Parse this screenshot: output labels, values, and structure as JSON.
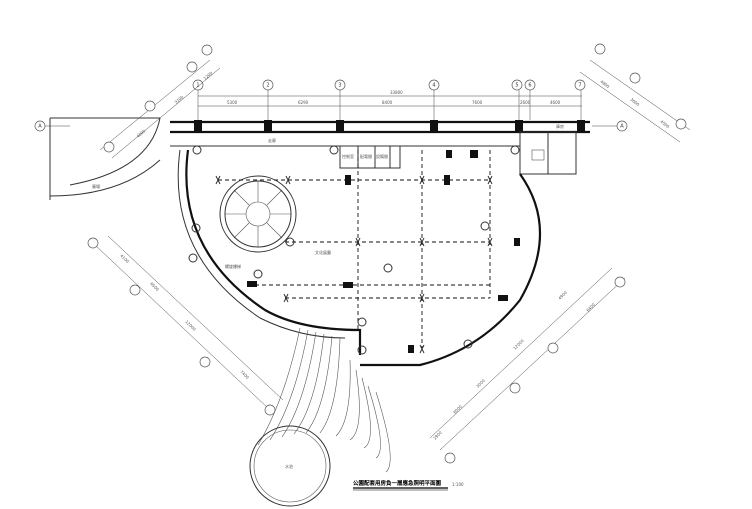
{
  "drawing": {
    "title": "公園配套用房負一層應急照明平面圖",
    "scale": "1:100"
  },
  "dimensions": {
    "overall": "33800",
    "spans": [
      "5300",
      "6290",
      "8400",
      "7600",
      "2600",
      "4600"
    ],
    "left_arm": [
      "1200",
      "3100",
      "4000"
    ],
    "right_arm": [
      "4800",
      "3000",
      "4500"
    ],
    "lower_left": [
      "4100",
      "6500",
      "12000",
      "7400"
    ],
    "lower_right": [
      "4900",
      "12000",
      "3000",
      "8000",
      "2900",
      "6400"
    ]
  },
  "axes": {
    "top": [
      "1",
      "2",
      "3",
      "4",
      "5",
      "6",
      "7"
    ],
    "side": [
      "A",
      "A"
    ]
  },
  "rooms": [
    {
      "id": "corridor",
      "label": "走廊"
    },
    {
      "id": "exhibition",
      "label": "文化展廳"
    },
    {
      "id": "stair",
      "label": "螺旋樓梯"
    },
    {
      "id": "plaza",
      "label": "廣場"
    },
    {
      "id": "pool",
      "label": "水池"
    },
    {
      "id": "rm1",
      "label": "控制室"
    },
    {
      "id": "rm2",
      "label": "配電間"
    },
    {
      "id": "rm3",
      "label": "設備間"
    },
    {
      "id": "rm4",
      "label": "庫房"
    }
  ],
  "colors": {
    "line": "#333333",
    "wall": "#111111",
    "paper": "#ffffff"
  }
}
